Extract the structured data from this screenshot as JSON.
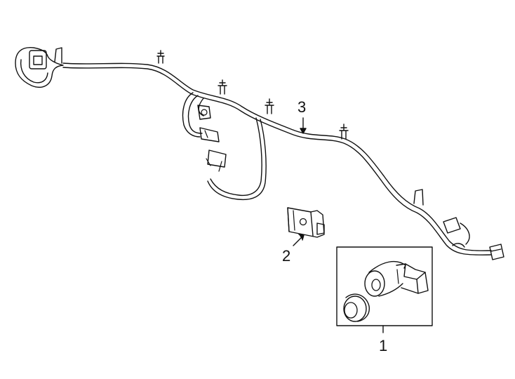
{
  "diagram": {
    "callouts": [
      {
        "id": "1",
        "label": "1"
      },
      {
        "id": "2",
        "label": "2"
      },
      {
        "id": "3",
        "label": "3"
      }
    ],
    "parts": {
      "wire_harness": "3",
      "sensor_retainer": "2",
      "parking_sensor": "1"
    }
  }
}
